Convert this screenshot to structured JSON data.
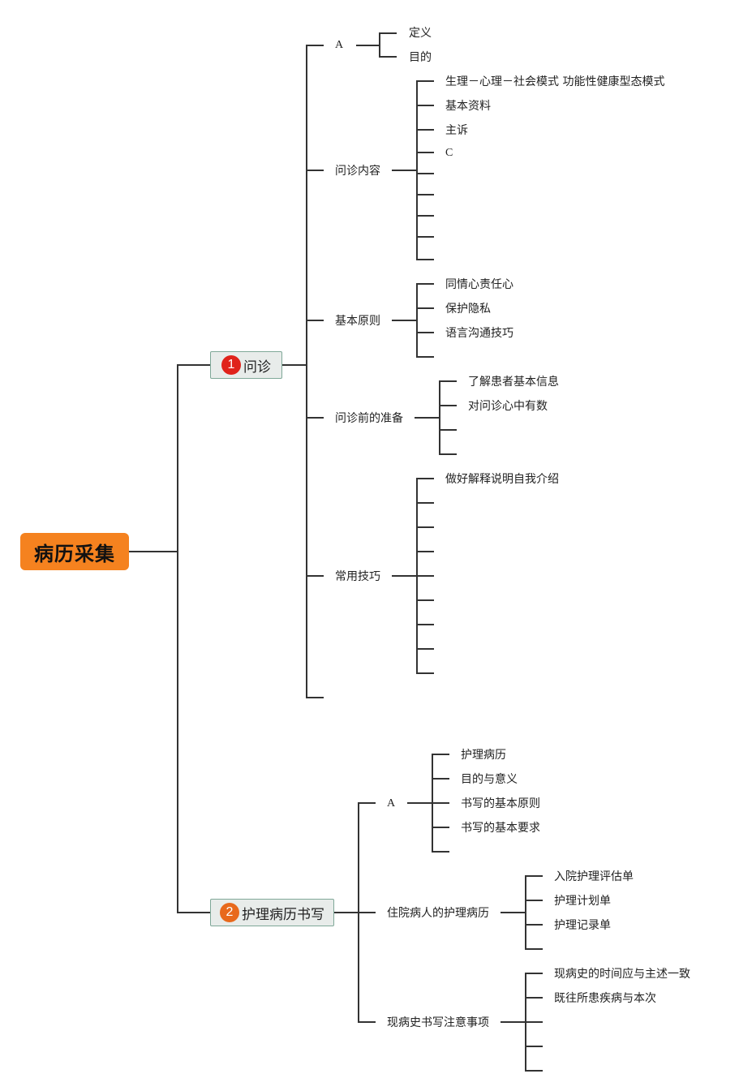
{
  "root": {
    "label": "病历采集",
    "color": "#f5821f"
  },
  "branches": [
    {
      "number": "1",
      "badge_color": "#e0231b",
      "label": "问诊",
      "children": [
        {
          "label": "A",
          "children": [
            "定义",
            "目的"
          ]
        },
        {
          "label": "问诊内容",
          "children": [
            "生理－心理－社会模式 功能性健康型态模式",
            "基本资料",
            "主诉",
            "C",
            "",
            "",
            "",
            "",
            ""
          ]
        },
        {
          "label": "基本原则",
          "children": [
            "同情心责任心",
            "保护隐私",
            "语言沟通技巧",
            ""
          ]
        },
        {
          "label": "问诊前的准备",
          "children": [
            "了解患者基本信息",
            "对问诊心中有数",
            "",
            ""
          ]
        },
        {
          "label": "常用技巧",
          "children": [
            "做好解释说明自我介绍",
            "",
            "",
            "",
            "",
            "",
            "",
            "",
            ""
          ]
        },
        {
          "label": "",
          "children": []
        }
      ]
    },
    {
      "number": "2",
      "badge_color": "#e8691c",
      "label": "护理病历书写",
      "children": [
        {
          "label": "A",
          "children": [
            "护理病历",
            "目的与意义",
            "书写的基本原则",
            "书写的基本要求",
            ""
          ]
        },
        {
          "label": "住院病人的护理病历",
          "children": [
            "入院护理评估单",
            "护理计划单",
            "护理记录单",
            ""
          ]
        },
        {
          "label": "现病史书写注意事项",
          "children": [
            "现病史的时间应与主述一致",
            "既往所患疾病与本次",
            "",
            "",
            ""
          ]
        }
      ]
    }
  ]
}
